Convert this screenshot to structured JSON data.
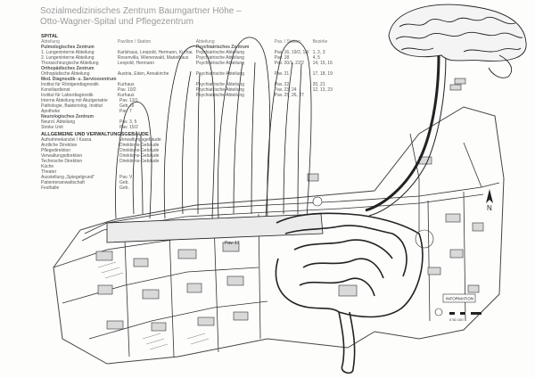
{
  "header": {
    "line1": "Sozialmedizinisches Zentrum Baumgartner Höhe –",
    "line2": "Otto-Wagner-Spital und Pflegezentrum"
  },
  "legend": {
    "spital_title": "SPITAL",
    "columns": {
      "abteilung": "Abteilung",
      "pavillon": "Pavillon / Station",
      "abteilung2": "Abteilung",
      "pav2": "Pav. / Station",
      "kurz": "Bezirke"
    },
    "left_groups": [
      {
        "title": "Pulmologisches Zentrum",
        "rows": [
          {
            "name": "1. Lungeninterne Abteilung",
            "pav": "Karlshaus, Leopold, Hermann, Kurhaus"
          },
          {
            "name": "2. Lungeninterne Abteilung",
            "pav": "Rosenvilla, Wienerwald, Mariethaus"
          },
          {
            "name": "Thoraxchirurgische Abteilung",
            "pav": "Leopold, Hermann"
          }
        ]
      },
      {
        "title": "Orthopädisches Zentrum",
        "rows": [
          {
            "name": "Orthopädische Abteilung",
            "pav": "Austria, Eden, Annakirche"
          }
        ]
      },
      {
        "title": "Med. Diagnostik- u. Servicezentrum",
        "rows": [
          {
            "name": "Institut für Röntgendiagnostik",
            "pav": "Kurhaus"
          },
          {
            "name": "Konsiliardienst",
            "pav": "Pav. 10/2"
          },
          {
            "name": "Institut für Labordiagnostik",
            "pav": "Kurhaus"
          },
          {
            "name": "Interne Abteilung mit Akutgeriatrie",
            "pav": "Pav. 13/1"
          },
          {
            "name": "Pathologie, Bakteriolog. Institut",
            "pav": "Geb. III"
          },
          {
            "name": "Apotheke",
            "pav": "Pav. 7"
          }
        ]
      },
      {
        "title": "Neurologisches Zentrum",
        "rows": [
          {
            "name": "Neurol. Abteilung",
            "pav": "Pav. 3, 5"
          },
          {
            "name": "Stroke Unit",
            "pav": "Pav. 15/2"
          }
        ]
      }
    ],
    "verwaltung_title": "ALLGEMEINE UND VERWALTUNGSGEBÄUDE",
    "verwaltung_rows": [
      {
        "name": "Aufnahmekanzlei / Kassa",
        "pav": "Verwaltungsgebäude"
      },
      {
        "name": "Ärztliche Direktion",
        "pav": "Direktions-Gebäude"
      },
      {
        "name": "Pflegedirektion",
        "pav": "Direktions-Gebäude"
      },
      {
        "name": "Verwaltungsdirektion",
        "pav": "Direktions-Gebäude"
      },
      {
        "name": "Technische Direktion",
        "pav": "Direktions-Gebäude"
      },
      {
        "name": "Küche",
        "pav": ""
      },
      {
        "name": "Theater",
        "pav": ""
      },
      {
        "name": "Ausstellung „Spiegelgrund\"",
        "pav": "Pav. V"
      },
      {
        "name": "Patientenanwaltschaft",
        "pav": "Geb."
      },
      {
        "name": "Festhalle",
        "pav": "Geb."
      }
    ],
    "right_group_title": "Psychiatrisches Zentrum",
    "right_rows": [
      {
        "name": "Psychiatrische Abteilung",
        "pav": "Pav. 16, 19/2, 18/1, 23/2",
        "bez": "1, 2, 3"
      },
      {
        "name": "Psychiatrische Abteilung",
        "pav": "Pav. 18",
        "bez": "4, 5"
      },
      {
        "name": "Psychiatrische Abteilung",
        "pav": "Pav. 20/1, 22/2",
        "bez": "14, 15, 16"
      },
      {
        "name": "Psychiatrische Abteilung",
        "pav": "Pav. 21",
        "bez": "17, 18, 19"
      },
      {
        "name": "Psychiatrische Abteilung",
        "pav": "Pav. 22",
        "bez": "20, 21"
      },
      {
        "name": "Psychiatrische Abteilung",
        "pav": "Pav. 23, 24",
        "bez": "12, 13, 23"
      },
      {
        "name": "Psychiatrische Abteilung",
        "pav": "Pav. 25, 26, 27",
        "bez": ""
      }
    ]
  },
  "map_labels": {
    "pav_label": "Pav. 17",
    "info_label": "INFORMATION",
    "compass": "N",
    "scale_label": "0 50 100"
  },
  "colors": {
    "ink": "#222222",
    "grey_text": "#9a9a9a",
    "paper": "#fdfdfc",
    "building": "#d9d9d9"
  }
}
